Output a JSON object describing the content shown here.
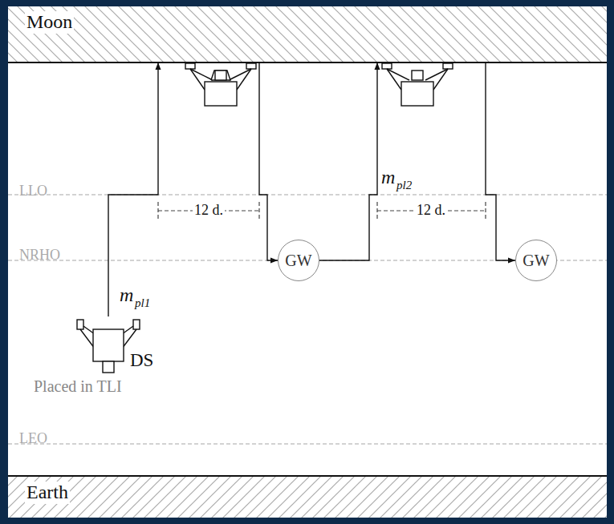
{
  "diagram": {
    "nodes": [
      {
        "text": [
          "Moon"
        ]
      },
      {
        "text": [
          "GW"
        ]
      },
      {
        "text": [
          "GW"
        ]
      },
      {
        "text": [
          "DS",
          "Placed in TLI"
        ]
      },
      {
        "text": [
          "Earth"
        ]
      }
    ],
    "edges": [
      {
        "from": 3,
        "to": 0,
        "arrow": "to"
      },
      {
        "from": 0,
        "to": 1,
        "arrow": "to"
      },
      {
        "from": 1,
        "to": 0,
        "arrow": "to"
      },
      {
        "from": 0,
        "to": 2,
        "arrow": "to"
      }
    ],
    "labels": [
      "LLO",
      "NRHO",
      "LEO",
      "m",
      "pl1",
      "12 d.",
      "m",
      "pl2",
      "12 d."
    ]
  }
}
